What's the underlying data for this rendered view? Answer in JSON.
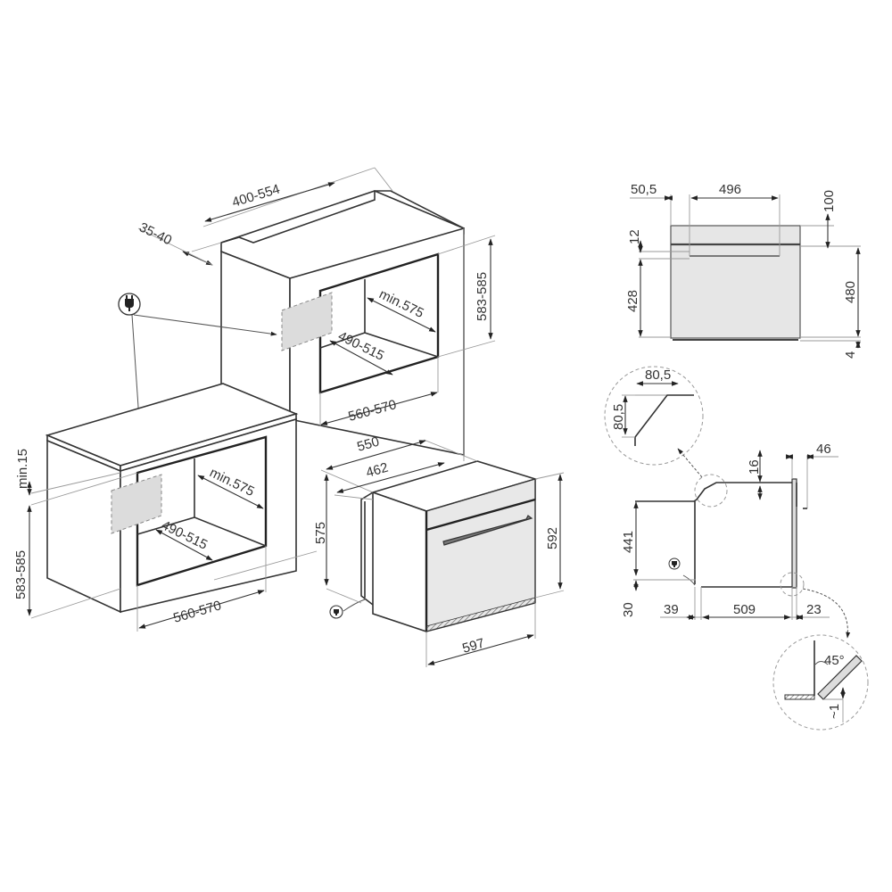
{
  "colors": {
    "line": "#333333",
    "extension_line": "#9a9a9a",
    "panel_fill": "#e8e8e8",
    "background": "#ffffff"
  },
  "icons": {
    "plug": "power-plug-icon"
  },
  "upper_install": {
    "dims": {
      "top_depth": "400-554",
      "back_gap": "35-40",
      "niche_height": "583-585",
      "niche_depth_min": "min.575",
      "socket_zone": "490-515",
      "niche_width": "560-570"
    }
  },
  "lower_install": {
    "dims": {
      "top_clearance": "min.15",
      "niche_height": "583-585",
      "niche_depth_min": "min.575",
      "socket_zone": "490-515",
      "niche_width": "560-570"
    }
  },
  "oven_iso": {
    "dims": {
      "total_depth": "550",
      "body_depth": "462",
      "body_height": "575",
      "front_height": "592",
      "front_width": "597"
    }
  },
  "front_view": {
    "dims": {
      "left_offset": "50,5",
      "door_opening_width": "496",
      "top_panel": "100",
      "gap_12": "12",
      "door_height": "428",
      "front_height": "480",
      "bottom_gap": "4"
    }
  },
  "side_view": {
    "dims": {
      "detail_h": "80,5",
      "detail_v": "80,5",
      "top_thickness": "16",
      "door_thickness": "46",
      "height": "441",
      "base": "30",
      "rear_offset": "39",
      "body_depth": "509",
      "front_offset": "23"
    }
  },
  "hinge_detail": {
    "angle": "45°",
    "gap": "~1"
  }
}
